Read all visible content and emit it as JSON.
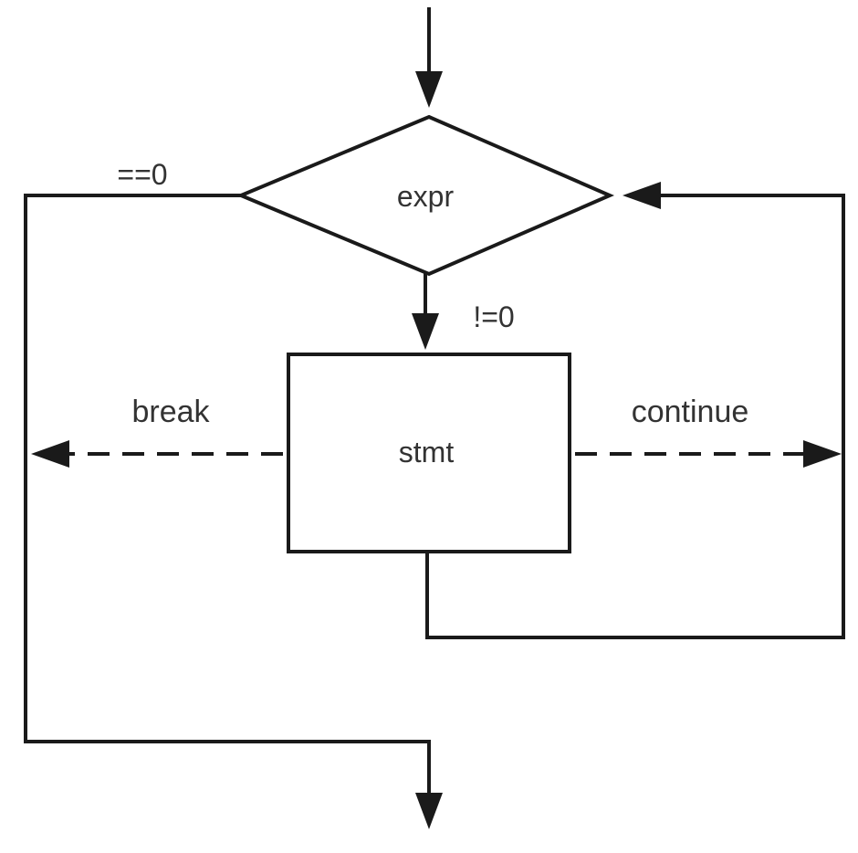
{
  "diagram": {
    "type": "flowchart",
    "nodes": {
      "condition": "expr",
      "body": "stmt"
    },
    "edge_labels": {
      "false_branch": "==0",
      "true_branch": "!=0",
      "break": "break",
      "continue": "continue"
    }
  }
}
